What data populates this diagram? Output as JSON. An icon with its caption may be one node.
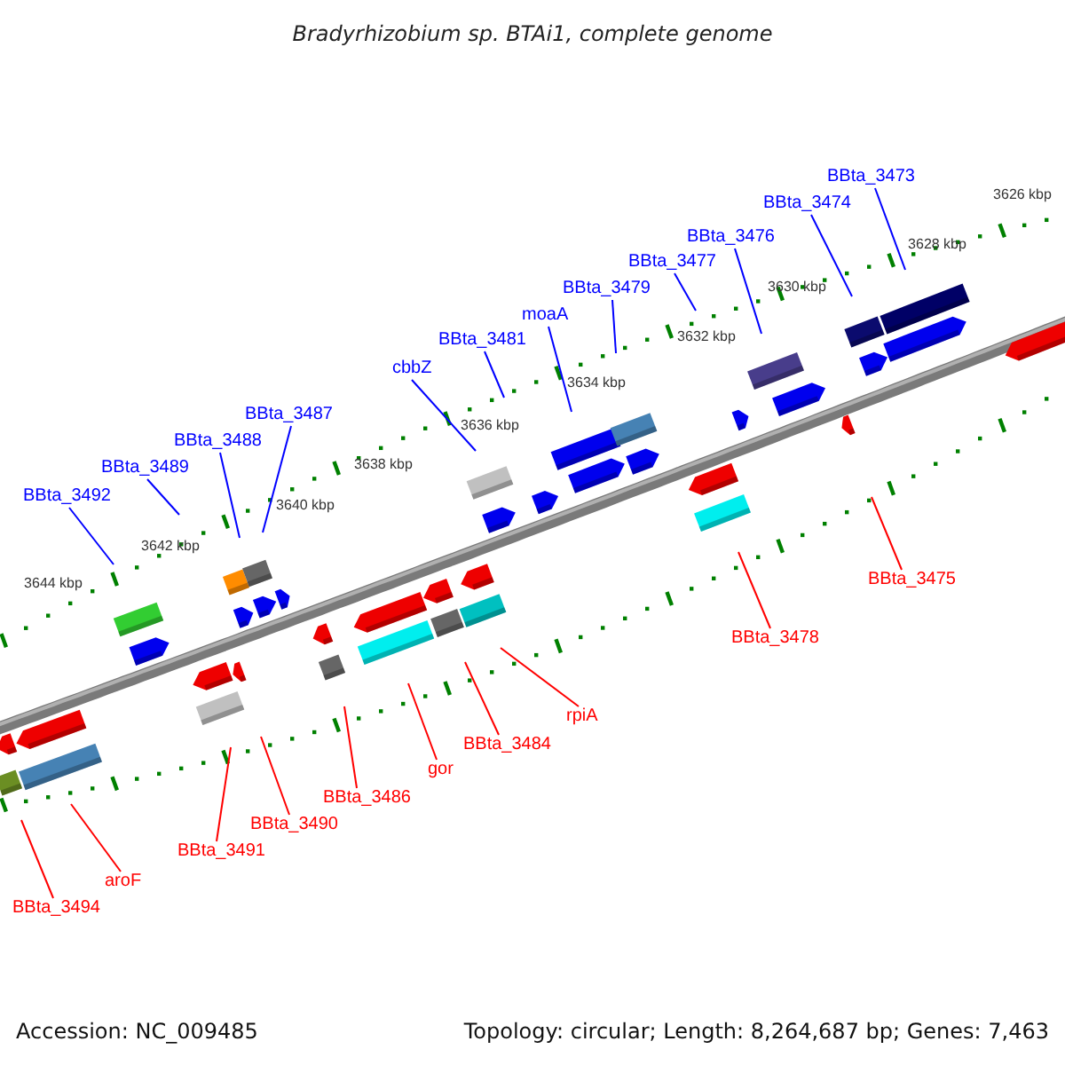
{
  "diagram": {
    "title": "Bradyrhizobium sp. BTAi1, complete genome",
    "nodes": [
      {
        "text": [
          "BBta_3473"
        ]
      },
      {
        "text": [
          "BBta_3474"
        ]
      },
      {
        "text": [
          "BBta_3476"
        ]
      },
      {
        "text": [
          "BBta_3477"
        ]
      },
      {
        "text": [
          "BBta_3479"
        ]
      },
      {
        "text": [
          "moaA"
        ]
      },
      {
        "text": [
          "BBta_3481"
        ]
      },
      {
        "text": [
          "cbbZ"
        ]
      },
      {
        "text": [
          "BBta_3487"
        ]
      },
      {
        "text": [
          "BBta_3488"
        ]
      },
      {
        "text": [
          "BBta_3489"
        ]
      },
      {
        "text": [
          "BBta_3492"
        ]
      },
      {
        "text": [
          "BBta_3475"
        ]
      },
      {
        "text": [
          "BBta_3478"
        ]
      },
      {
        "text": [
          "rpiA"
        ]
      },
      {
        "text": [
          "BBta_3484"
        ]
      },
      {
        "text": [
          "gor"
        ]
      },
      {
        "text": [
          "BBta_3486"
        ]
      },
      {
        "text": [
          "BBta_3490"
        ]
      },
      {
        "text": [
          "BBta_3491"
        ]
      },
      {
        "text": [
          "aroF"
        ]
      },
      {
        "text": [
          "BBta_3494"
        ]
      }
    ],
    "edges": [
      {
        "from": 0,
        "to": null,
        "arrow": "none"
      },
      {
        "from": 1,
        "to": null,
        "arrow": "none"
      },
      {
        "from": 2,
        "to": null,
        "arrow": "none"
      },
      {
        "from": 3,
        "to": null,
        "arrow": "none"
      },
      {
        "from": 4,
        "to": null,
        "arrow": "none"
      },
      {
        "from": 5,
        "to": null,
        "arrow": "none"
      },
      {
        "from": 6,
        "to": null,
        "arrow": "none"
      },
      {
        "from": 7,
        "to": null,
        "arrow": "none"
      },
      {
        "from": 8,
        "to": null,
        "arrow": "none"
      },
      {
        "from": 9,
        "to": null,
        "arrow": "none"
      },
      {
        "from": 10,
        "to": null,
        "arrow": "none"
      },
      {
        "from": 11,
        "to": null,
        "arrow": "none"
      },
      {
        "from": 12,
        "to": null,
        "arrow": "none",
        "color": "#ff0000"
      },
      {
        "from": 13,
        "to": null,
        "arrow": "none",
        "color": "#ff0000"
      },
      {
        "from": 14,
        "to": null,
        "arrow": "none",
        "color": "#ff0000"
      },
      {
        "from": 15,
        "to": null,
        "arrow": "none",
        "color": "#ff0000"
      },
      {
        "from": 16,
        "to": null,
        "arrow": "none",
        "color": "#ff0000"
      },
      {
        "from": 17,
        "to": null,
        "arrow": "none",
        "color": "#ff0000"
      },
      {
        "from": 18,
        "to": null,
        "arrow": "none",
        "color": "#ff0000"
      },
      {
        "from": 19,
        "to": null,
        "arrow": "none",
        "color": "#ff0000"
      },
      {
        "from": 20,
        "to": null,
        "arrow": "none",
        "color": "#ff0000"
      },
      {
        "from": 21,
        "to": null,
        "arrow": "none",
        "color": "#ff0000"
      }
    ],
    "labels": [
      "3626 kbp",
      "3628 kbp",
      "3630 kbp",
      "3632 kbp",
      "3634 kbp",
      "3636 kbp",
      "3638 kbp",
      "3640 kbp",
      "3642 kbp",
      "3644 kbp",
      "Accession: NC_009485",
      "Topology: circular; Length: 8,264,687 bp; Genes: 7,463"
    ]
  }
}
